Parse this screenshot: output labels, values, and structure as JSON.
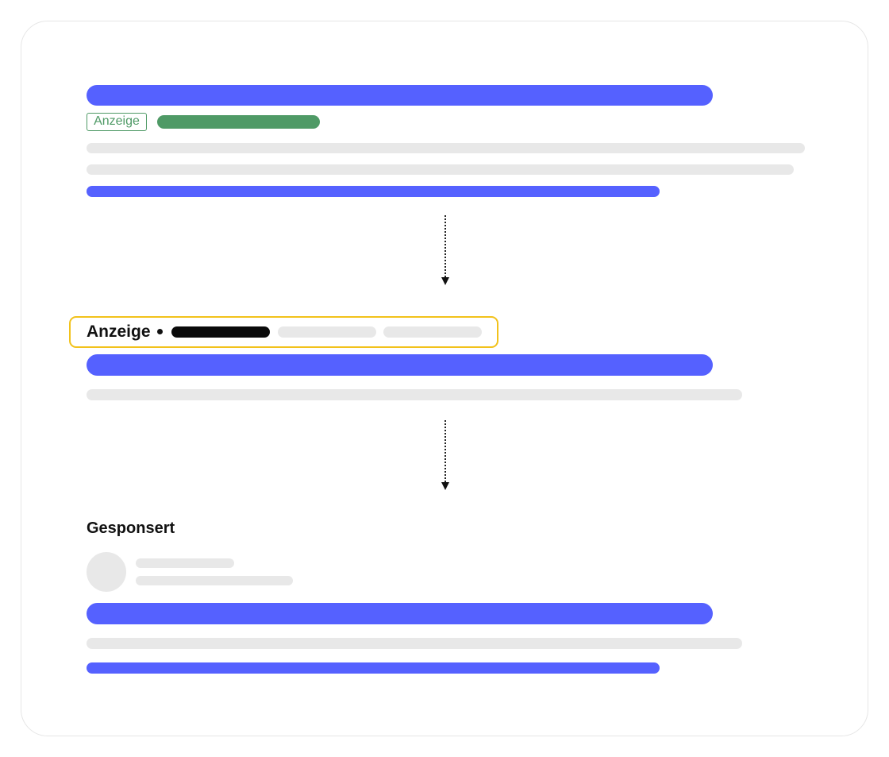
{
  "ad_label_small": "Anzeige",
  "ad_label_bold": "Anzeige",
  "sponsored_label": "Gesponsert",
  "colors": {
    "link_blue": "#5561ff",
    "text_grey": "#e8e8e8",
    "url_green": "#4f9a66",
    "highlight_yellow": "#f2c21b"
  }
}
